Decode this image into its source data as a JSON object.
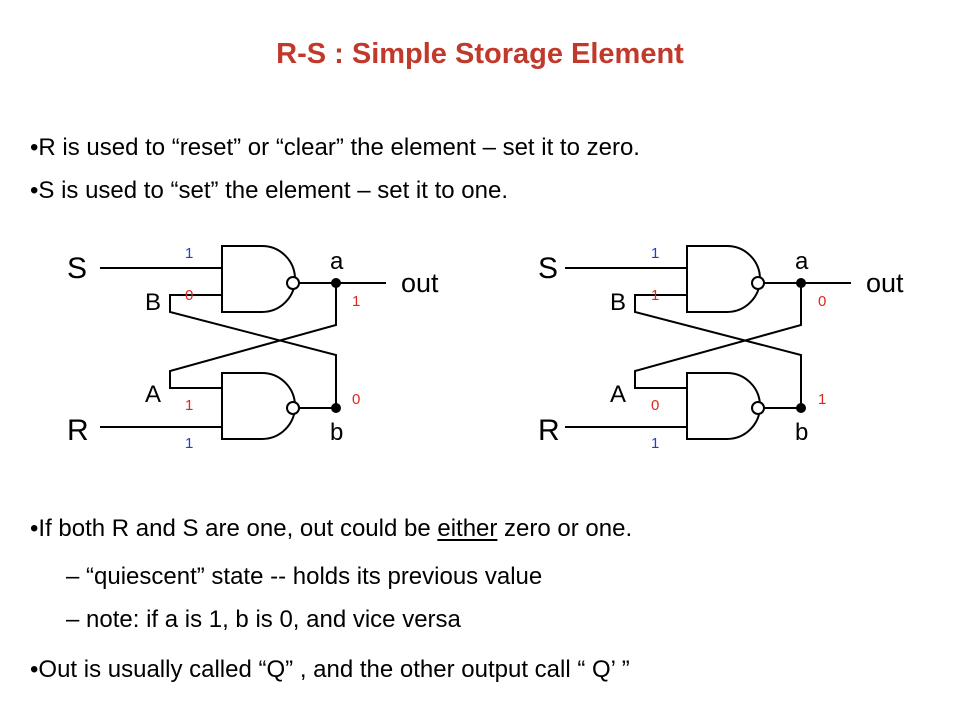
{
  "slide": {
    "title": "R-S : Simple Storage Element",
    "title_color": "#c0392b",
    "lines": {
      "l1": "•R is used to “reset” or “clear” the element – set it to zero.",
      "l2": "•S is used to “set” the element – set it to one.",
      "l3_pre": "•If both R and S are one, out could be ",
      "l3_u": "either",
      "l3_post": " zero or one.",
      "l4": "– “quiescent” state -- holds its previous value",
      "l5": "– note: if a is 1, b is 0, and vice versa",
      "l6": "•Out is usually called “Q” , and the other output call “ Q’ ”"
    }
  },
  "diagram": {
    "labels": {
      "S": "S",
      "R": "R",
      "A": "A",
      "B": "B",
      "a": "a",
      "b": "b",
      "out": "out"
    },
    "input_color": "#1f3fd1",
    "output_color": "#e0251b",
    "left": {
      "S": "1",
      "B": "0",
      "A": "1",
      "R": "1",
      "a": "1",
      "b": "0"
    },
    "right": {
      "S": "1",
      "B": "1",
      "A": "0",
      "R": "1",
      "a": "0",
      "b": "1"
    }
  }
}
